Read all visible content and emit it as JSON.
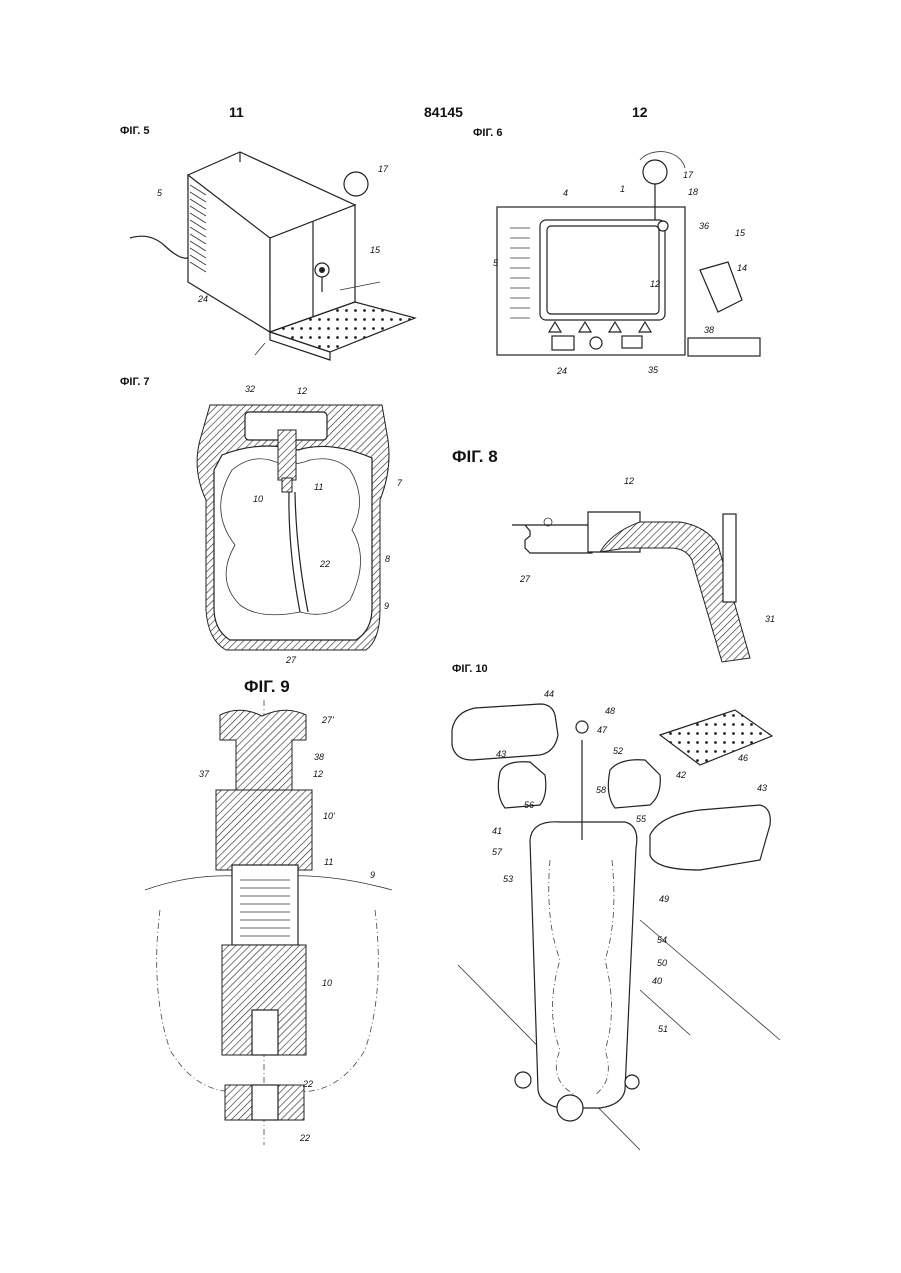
{
  "header": {
    "page_left": "11",
    "patent_number": "84145",
    "page_right": "12"
  },
  "figures": {
    "fig5": {
      "title": "ФІГ. 5",
      "labels": [
        "5",
        "17",
        "15",
        "24"
      ]
    },
    "fig6": {
      "title": "ФІГ. 6",
      "labels": [
        "17",
        "1",
        "18",
        "4",
        "36",
        "15",
        "14",
        "5",
        "12",
        "38",
        "24",
        "35"
      ]
    },
    "fig7": {
      "title": "ФІГ. 7",
      "labels": [
        "32",
        "12",
        "7",
        "10",
        "11",
        "22",
        "8",
        "9",
        "27"
      ]
    },
    "fig8": {
      "title": "ФІГ. 8",
      "labels": [
        "12",
        "27",
        "31"
      ]
    },
    "fig9": {
      "title": "ФІГ. 9",
      "labels": [
        "27'",
        "38",
        "37",
        "12",
        "10'",
        "11",
        "9",
        "10",
        "22",
        "22"
      ]
    },
    "fig10": {
      "title": "ФІГ. 10",
      "labels": [
        "44",
        "48",
        "47",
        "52",
        "46",
        "43",
        "42",
        "43",
        "56",
        "58",
        "55",
        "41",
        "57",
        "53",
        "49",
        "54",
        "50",
        "40",
        "51"
      ]
    }
  }
}
